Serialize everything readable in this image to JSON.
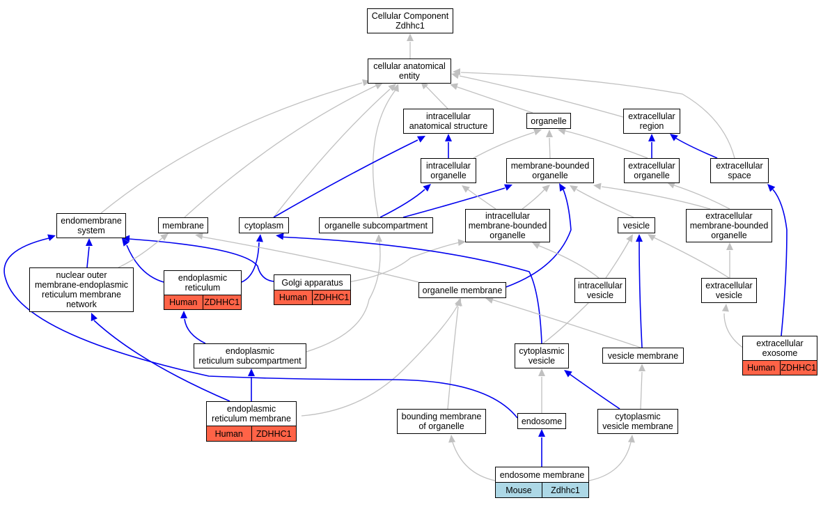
{
  "diagram": {
    "colors": {
      "is_a_edge": "#c0c0c0",
      "part_of_edge": "#0000ee",
      "human": "#ff6347",
      "mouse": "#add8e6"
    },
    "nodes": {
      "root": "Cellular Component\nZdhhc1",
      "cae": "cellular anatomical\nentity",
      "ias": "intracellular\nanatomical structure",
      "organelle": "organelle",
      "ecregion": "extracellular\nregion",
      "icorg": "intracellular\norganelle",
      "mbo": "membrane-bounded\norganelle",
      "ecorg": "extracellular\norganelle",
      "ecspace": "extracellular\nspace",
      "endosys": "endomembrane\nsystem",
      "membrane": "membrane",
      "cytoplasm": "cytoplasm",
      "osc": "organelle subcompartment",
      "imbo": "intracellular\nmembrane-bounded\norganelle",
      "vesicle": "vesicle",
      "embo": "extracellular\nmembrane-bounded\norganelle",
      "nomer": "nuclear outer\nmembrane-endoplasmic\nreticulum membrane\nnetwork",
      "er": "endoplasmic\nreticulum",
      "golgi": "Golgi apparatus",
      "orgmem": "organelle membrane",
      "icves": "intracellular\nvesicle",
      "ecves": "extracellular\nvesicle",
      "ersc": "endoplasmic\nreticulum subcompartment",
      "cytves": "cytoplasmic\nvesicle",
      "vesmem": "vesicle membrane",
      "exosome": "extracellular\nexosome",
      "erm": "endoplasmic\nreticulum membrane",
      "bmo": "bounding membrane\nof organelle",
      "endosome": "endosome",
      "cvm": "cytoplasmic\nvesicle membrane",
      "endomem": "endosome membrane"
    },
    "annotations": {
      "er": [
        "Human",
        "ZDHHC1"
      ],
      "golgi": [
        "Human",
        "ZDHHC1"
      ],
      "exosome": [
        "Human",
        "ZDHHC1"
      ],
      "erm": [
        "Human",
        "ZDHHC1"
      ],
      "endomem": [
        "Mouse",
        "Zdhhc1"
      ]
    }
  }
}
